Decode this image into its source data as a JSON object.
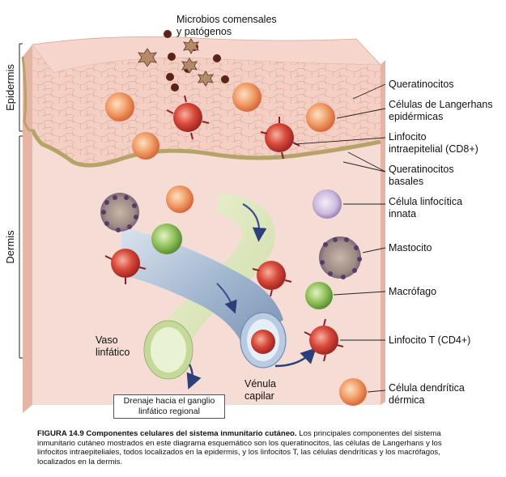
{
  "labels": {
    "microbes": [
      "Microbios comensales",
      "y patógenos"
    ],
    "epidermis": "Epidermis",
    "dermis": "Dermis",
    "keratinocytes": "Queratinocitos",
    "langerhans": [
      "Células de Langerhans",
      "epidérmicas"
    ],
    "iel": [
      "Linfocito",
      "intraepitelial (CD8+)"
    ],
    "basal": [
      "Queratinocitos",
      "basales"
    ],
    "ilc": [
      "Célula linfocítica",
      "innata"
    ],
    "mast": "Mastocito",
    "macrophage": "Macrófago",
    "tcell": "Linfocito T (CD4+)",
    "ddc": [
      "Célula dendrítica",
      "dérmica"
    ],
    "lymph_vessel": [
      "Vaso",
      "linfático"
    ],
    "venule": [
      "Vénula",
      "capilar"
    ],
    "drainage": "Drenaje hacia el ganglio linfático regional"
  },
  "caption": {
    "title": "FIGURA 14.9 Componentes celulares del sistema inmunitario cutáneo.",
    "body": "Los principales componentes del sistema inmunitario cutáneo mostrados en este diagrama esquemático son los queratinocitos, las células de Langerhans y los linfocitos intraepiteliales, todos localizados en la epidermis, y los linfocitos T, las células dendríticas y los macrófagos, localizados en la dermis."
  },
  "colors": {
    "epidermis": "#f2c9bf",
    "dermis": "#f4d8d0",
    "dermis_side": "#e8b8aa",
    "basal_layer": "#b7a76a",
    "cell_orange": "#e8824a",
    "cell_red": "#c8342c",
    "macrophage": "#7fb04a",
    "mast": "#8a6a8a",
    "ilc": "#c7b7d8",
    "venule": "#8aa7c8",
    "lymph": "#d6e4b0"
  }
}
